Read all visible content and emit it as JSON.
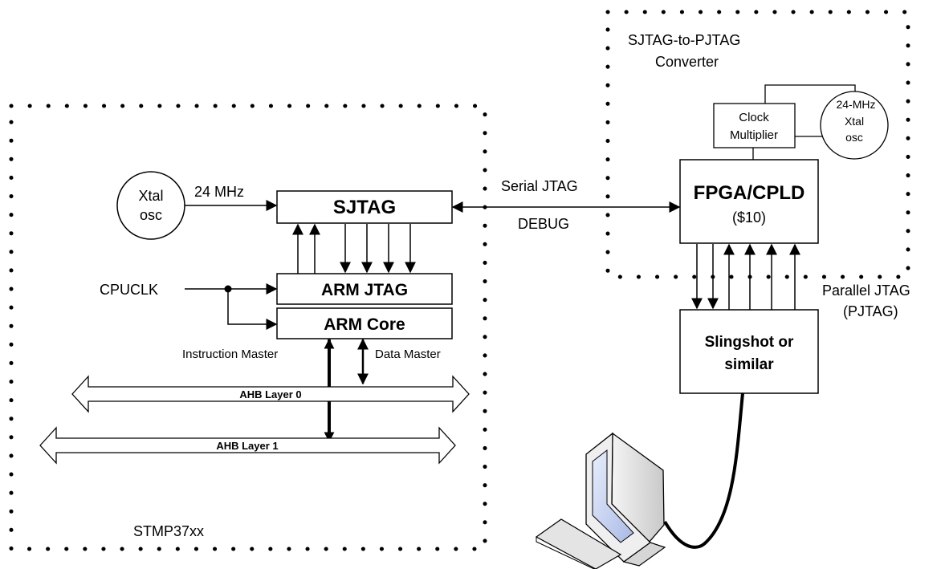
{
  "regions": {
    "stmp": "STMP37xx",
    "converter_line1": "SJTAG-to-PJTAG",
    "converter_line2": "Converter"
  },
  "blocks": {
    "xtal_line1": "Xtal",
    "xtal_line2": "osc",
    "sjtag": "SJTAG",
    "arm_jtag": "ARM JTAG",
    "arm_core": "ARM Core",
    "fpga": "FPGA/CPLD",
    "fpga_price": "($10)",
    "clock_mult_line1": "Clock",
    "clock_mult_line2": "Multiplier",
    "xtal24_line1": "24-MHz",
    "xtal24_line2": "Xtal",
    "xtal24_line3": "osc",
    "slingshot_line1": "Slingshot or",
    "slingshot_line2": "similar"
  },
  "labels": {
    "mhz24": "24 MHz",
    "cpuclk": "CPUCLK",
    "serial_jtag": "Serial JTAG",
    "debug": "DEBUG",
    "parallel_jtag_line1": "Parallel JTAG",
    "parallel_jtag_line2": "(PJTAG)",
    "instruction_master": "Instruction Master",
    "data_master": "Data Master"
  },
  "buses": {
    "layer0": "AHB Layer 0",
    "layer1": "AHB Layer 1"
  },
  "icons": {
    "computer": "computer-icon"
  }
}
